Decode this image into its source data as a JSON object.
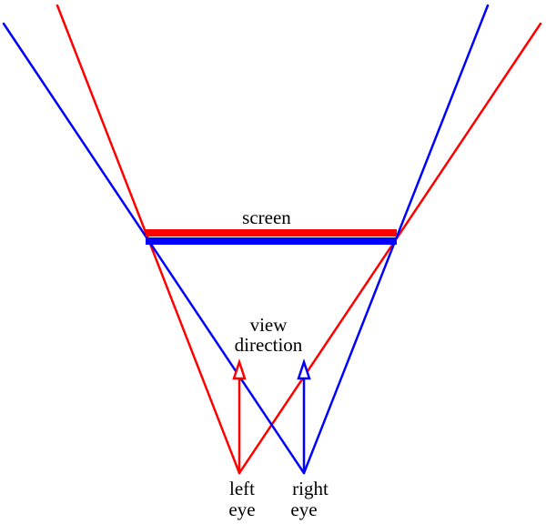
{
  "colors": {
    "left_eye": "#ff0000",
    "right_eye": "#0000ff",
    "text": "#000000",
    "background": "#ffffff"
  },
  "labels": {
    "screen": "screen",
    "view_direction_line1": "view",
    "view_direction_line2": "direction",
    "left_eye_line1": "left",
    "left_eye_line2": "eye",
    "right_eye_line1": "right",
    "right_eye_line2": "eye"
  }
}
